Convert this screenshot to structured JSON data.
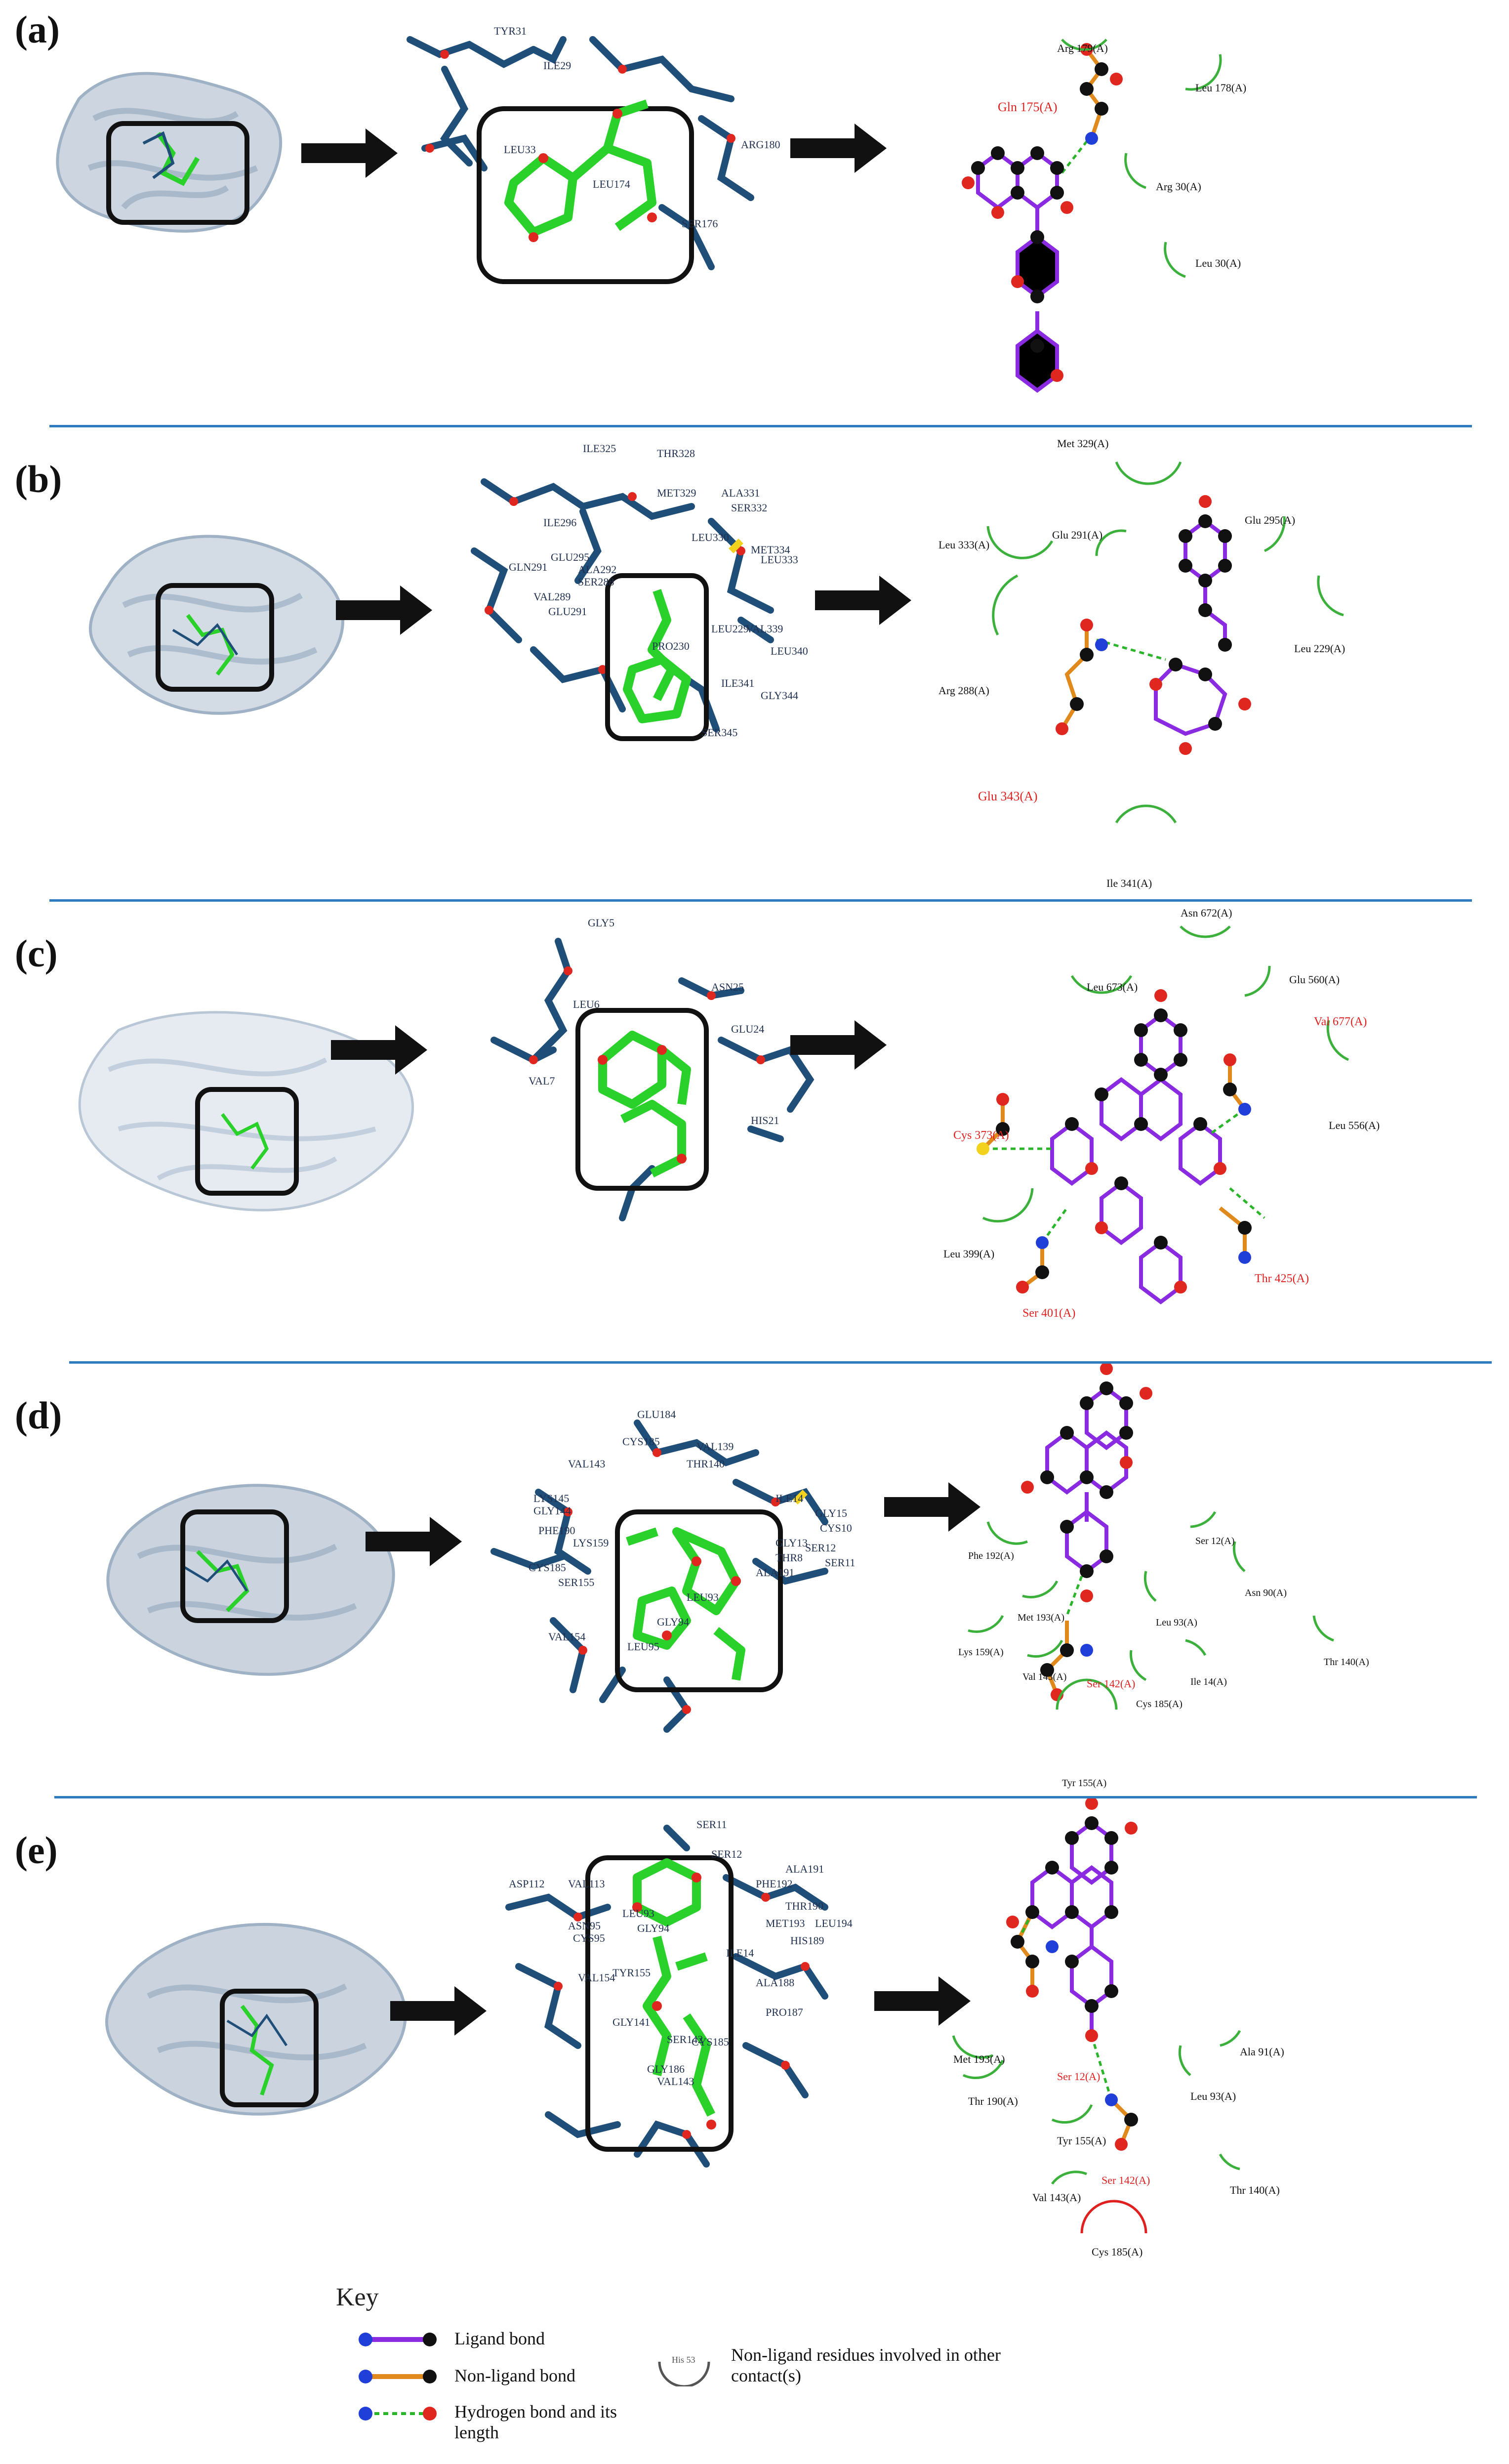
{
  "panels": [
    {
      "label": "(a)",
      "residues": [
        "TYR31",
        "LEU33",
        "SER176",
        "ARG180",
        "ILE29",
        "LEU174"
      ],
      "interactions": {
        "hbond": [
          {
            "name": "Gln 175(A)"
          }
        ],
        "contacts": [
          "Arg 179(A)",
          "Leu 178(A)",
          "Arg 30(A)",
          "Leu 30(A)"
        ]
      }
    },
    {
      "label": "(b)",
      "residues": [
        "ILE325",
        "THR328",
        "MET329",
        "ALA331",
        "SER332",
        "MET334",
        "ILE296",
        "GLN291",
        "GLU295",
        "ALA292",
        "SER288",
        "VAL289",
        "GLU291",
        "PRO230",
        "LEU229",
        "VAL339",
        "LEU340",
        "ILE341",
        "GLY344",
        "SER345",
        "LEU333",
        "LEU330"
      ],
      "interactions": {
        "hbond": [
          {
            "name": "Glu 343(A)"
          }
        ],
        "contacts": [
          "Met 329(A)",
          "Leu 333(A)",
          "Glu 291(A)",
          "Glu 295(A)",
          "Leu 229(A)",
          "Arg 288(A)",
          "Ile 341(A)"
        ]
      }
    },
    {
      "label": "(c)",
      "residues": [
        "GLY5",
        "LEU6",
        "VAL7",
        "ASN25",
        "GLU24",
        "HIS21"
      ],
      "interactions": {
        "hbond": [
          {
            "name": "Cys 373(A)"
          },
          {
            "name": "Val 677(A)"
          },
          {
            "name": "Thr 425(A)"
          },
          {
            "name": "Ser 401(A)"
          }
        ],
        "contacts": [
          "Asn 672(A)",
          "Leu 673(A)",
          "Glu 560(A)",
          "Leu 556(A)",
          "Leu 399(A)"
        ]
      }
    },
    {
      "label": "(d)",
      "residues": [
        "GLU184",
        "CYS185",
        "VAL139",
        "THR140",
        "VAL143",
        "LYS145",
        "GLY144",
        "PHE190",
        "LYS159",
        "CYS185",
        "SER155",
        "VAL154",
        "LEU95",
        "GLY94",
        "ALA191",
        "GLY13",
        "THR8",
        "CYS10",
        "SER11",
        "ILE14",
        "GLY15",
        "SER12",
        "LEU93"
      ],
      "interactions": {
        "hbond": [
          {
            "name": "Ser 142(A)"
          }
        ],
        "contacts": [
          "Phe 192(A)",
          "Ser 12(A)",
          "Met 193(A)",
          "Asn 90(A)",
          "Leu 93(A)",
          "Lys 159(A)",
          "Thr 140(A)",
          "Val 143(A)",
          "Ile 14(A)",
          "Cys 185(A)",
          "Tyr 155(A)"
        ]
      }
    },
    {
      "label": "(e)",
      "residues": [
        "SER11",
        "SER12",
        "ASP112",
        "VAL113",
        "ALA191",
        "PHE192",
        "THR190",
        "LEU194",
        "MET193",
        "HIS189",
        "ASN95",
        "CYS95",
        "LEU93",
        "GLY94",
        "ILE14",
        "VAL154",
        "TYR155",
        "GLY141",
        "SER142",
        "CYS185",
        "VAL143",
        "GLY186",
        "ALA188",
        "PRO187"
      ],
      "interactions": {
        "hbond": [
          {
            "name": "Ser 12(A)"
          },
          {
            "name": "Ser 142(A)"
          }
        ],
        "contacts": [
          "Met 193(A)",
          "Ala 91(A)",
          "Thr 190(A)",
          "Leu 93(A)",
          "Tyr 155(A)",
          "Val 143(A)",
          "Thr 140(A)",
          "Cys 185(A)"
        ]
      }
    }
  ],
  "key": {
    "title": "Key",
    "ligand_bond": "Ligand bond",
    "non_ligand_bond": "Non-ligand bond",
    "hbond": "Hydrogen bond and its length",
    "contact": "Non-ligand residues involved in other contact(s)",
    "contact_example": "His 53"
  },
  "colors": {
    "separator": "#2e7bbf",
    "protein": "#b8c6d6",
    "residue_stick": "#1f4e79",
    "ligand_stick": "#2bd12b",
    "oxygen": "#e0271f",
    "ligand_bond": "#8a2be2",
    "nonligand_bond": "#e08a1e",
    "hbond": "#2bb52b",
    "contact": "#3bb03b",
    "key_residue": "#e01f1f"
  }
}
